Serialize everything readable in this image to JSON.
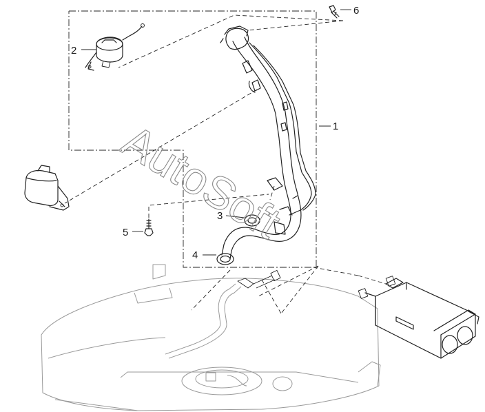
{
  "callouts": [
    {
      "id": "1",
      "label": "1"
    },
    {
      "id": "2",
      "label": "2"
    },
    {
      "id": "3",
      "label": "3"
    },
    {
      "id": "4",
      "label": "4"
    },
    {
      "id": "5",
      "label": "5"
    },
    {
      "id": "6",
      "label": "6"
    }
  ],
  "watermark": {
    "text": "AutoSoft"
  },
  "colors": {
    "line": "#222222",
    "watermark": "#8a8a8a",
    "background": "#ffffff"
  }
}
